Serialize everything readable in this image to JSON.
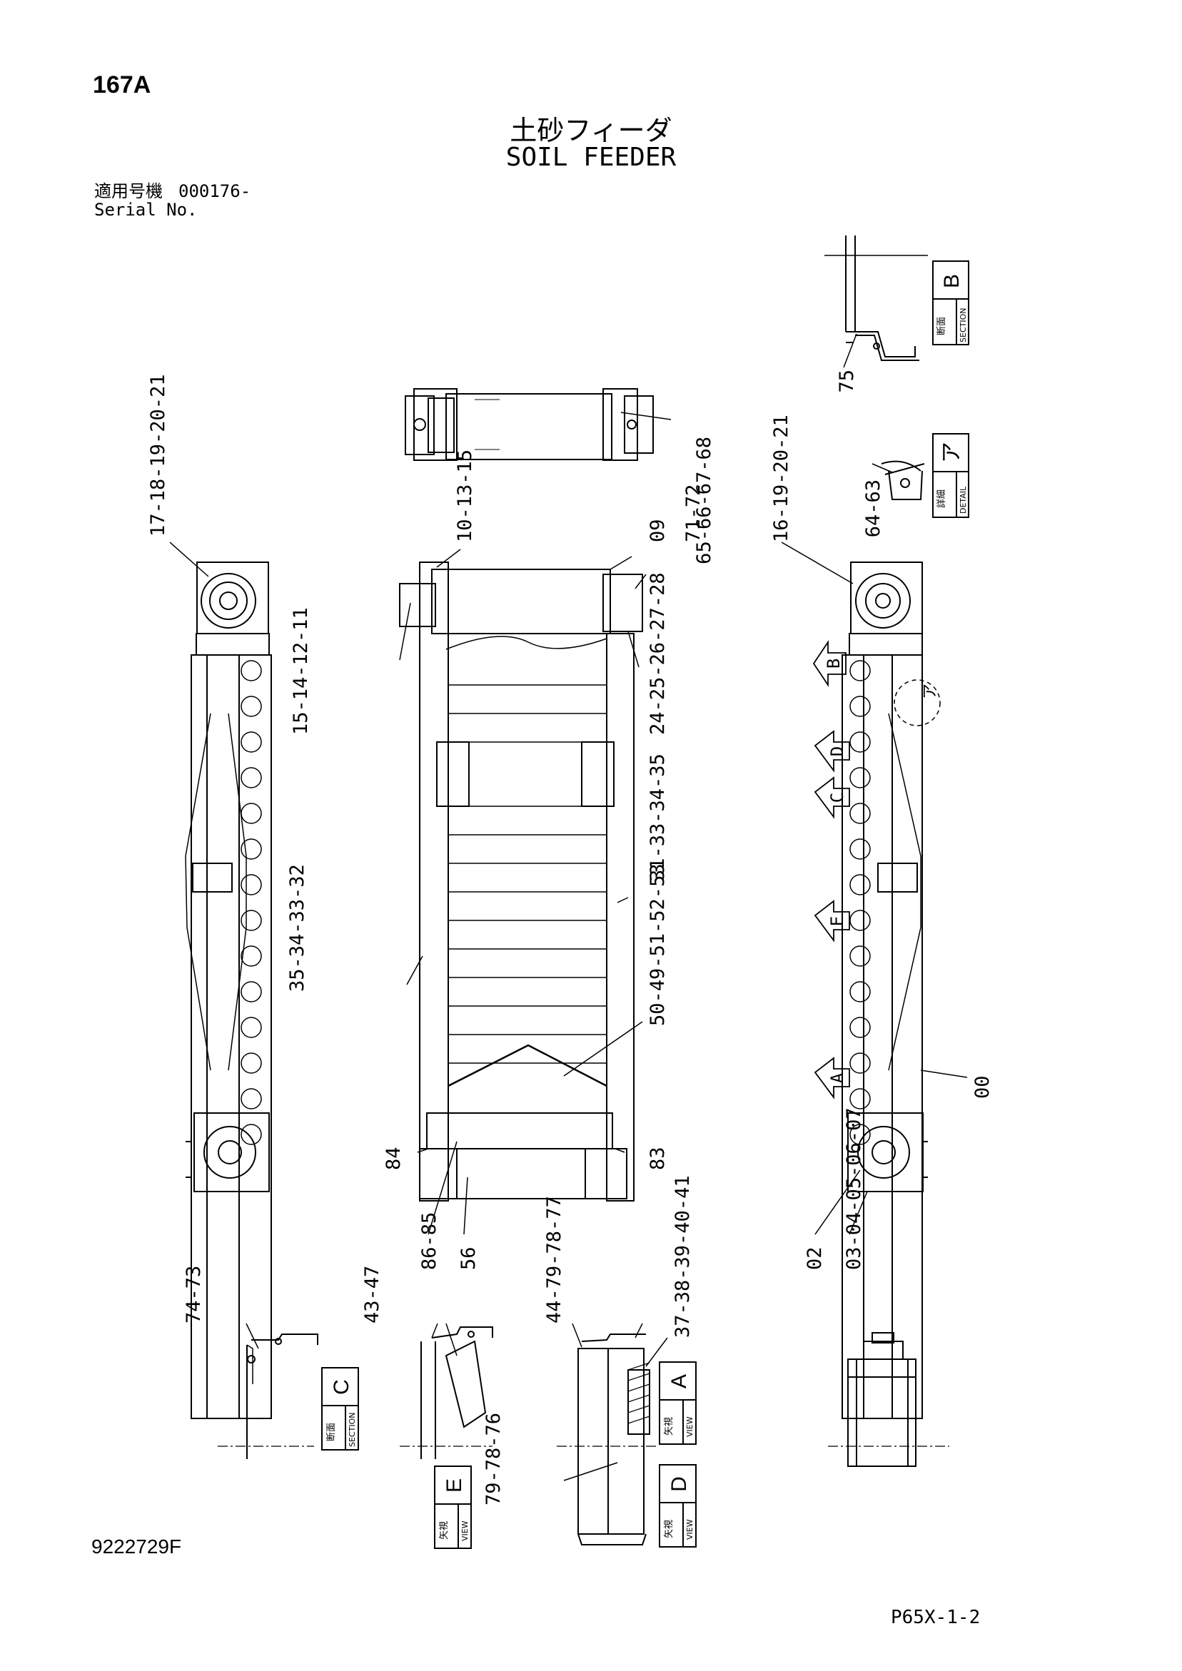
{
  "header": {
    "page_number": "167A",
    "title_jp": "土砂フィーダ",
    "title_en": "SOIL FEEDER",
    "serial_label_jp": "適用号機",
    "serial_label_en": "Serial No.",
    "serial_value": "000176-"
  },
  "footer": {
    "document_number": "9222729F",
    "sheet_code": "P65X-1-2"
  },
  "callouts": {
    "c_75": "75",
    "c_65_68": "65-66-67-68",
    "c_64_63": "64-63",
    "c_17_21": "17-18-19-20-21",
    "c_10_15": "10-13-15",
    "c_09": "09",
    "c_71_72": "71-72",
    "c_16_21": "16-19-20-21",
    "c_15_11": "15-14-12-11",
    "c_24_28": "24-25-26-27-28",
    "c_31_35": "31-33-34-35",
    "c_35_32": "35-34-33-32",
    "c_50_53": "50-49-51-52-53",
    "c_00": "00",
    "c_84": "84",
    "c_83": "83",
    "c_86_85": "86-85",
    "c_56": "56",
    "c_02": "02",
    "c_03_07": "03-04-05-06-07",
    "c_74_73": "74-73",
    "c_43_47": "43-47",
    "c_44_77": "44-79-78-77",
    "c_37_41": "37-38-39-40-41",
    "c_79_76": "79-78-76"
  },
  "view_labels": {
    "section_b": {
      "letter": "B",
      "jp": "断面",
      "en": "SECTION"
    },
    "detail_a": {
      "letter": "ア",
      "jp": "詳細",
      "en": "DETAIL"
    },
    "section_c": {
      "letter": "C",
      "jp": "断面",
      "en": "SECTION"
    },
    "view_e": {
      "letter": "E",
      "jp": "矢視",
      "en": "VIEW"
    },
    "view_a": {
      "letter": "A",
      "jp": "矢視",
      "en": "VIEW"
    },
    "view_d": {
      "letter": "D",
      "jp": "矢視",
      "en": "VIEW"
    }
  },
  "view_arrows": {
    "arrow_b": "B",
    "arrow_d": "D",
    "arrow_c": "C",
    "arrow_e": "E",
    "arrow_a": "A",
    "detail_marker": "ア"
  }
}
